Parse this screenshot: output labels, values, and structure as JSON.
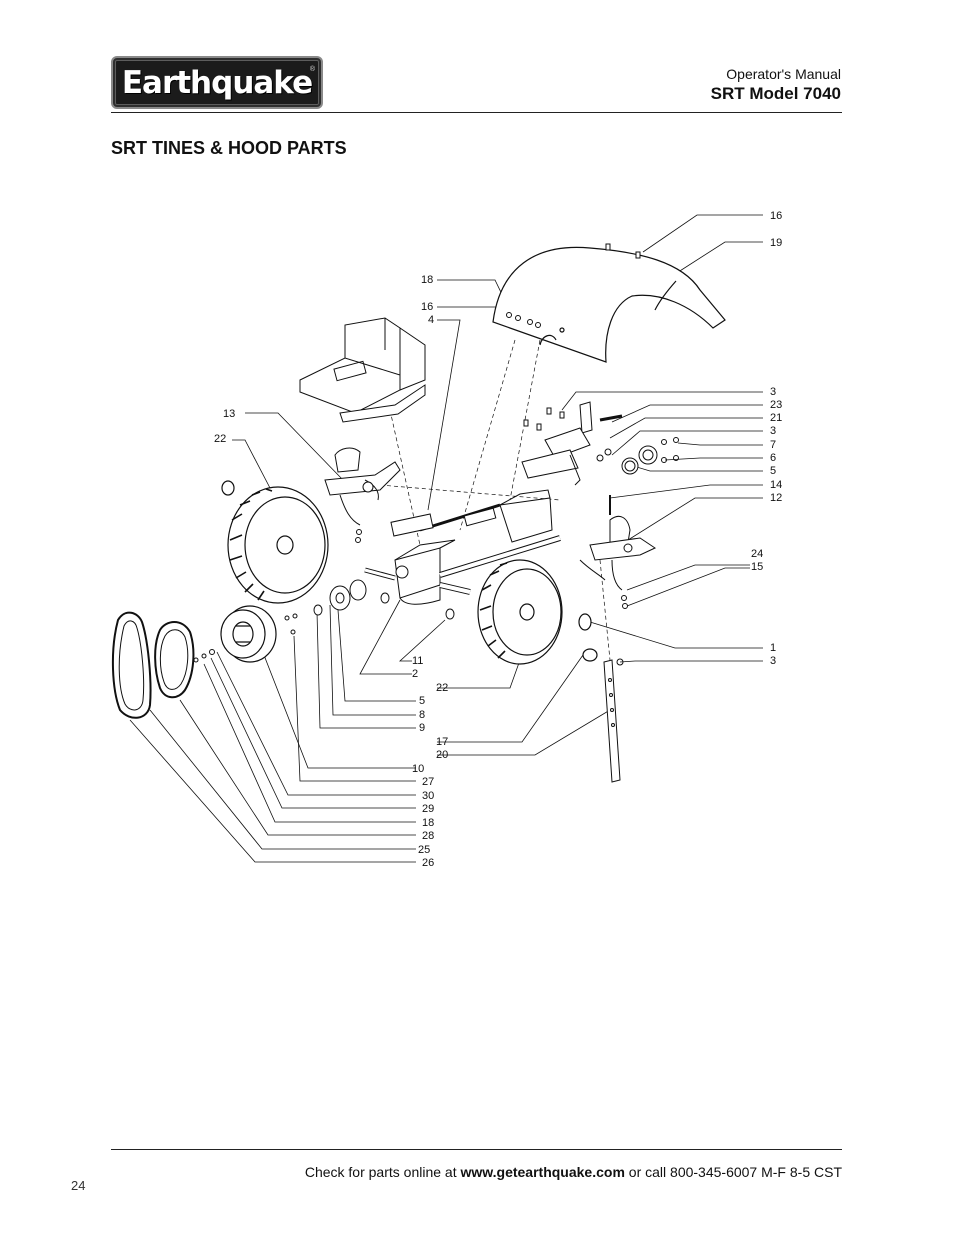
{
  "header": {
    "logo_text": "Earthquake",
    "logo_mark": "®",
    "doc_type": "Operator's Manual",
    "model": "SRT Model 7040"
  },
  "section_title": "SRT TINES & HOOD PARTS",
  "callouts": {
    "c16a": "16",
    "c19": "19",
    "c18a": "18",
    "c16b": "16",
    "c4": "4",
    "c3a": "3",
    "c23": "23",
    "c21": "21",
    "c3b": "3",
    "c7": "7",
    "c6": "6",
    "c5a": "5",
    "c14": "14",
    "c12": "12",
    "c13": "13",
    "c22a": "22",
    "c24": "24",
    "c15": "15",
    "c1": "1",
    "c3c": "3",
    "c11": "11",
    "c2": "2",
    "c22b": "22",
    "c5b": "5",
    "c8": "8",
    "c9": "9",
    "c17": "17",
    "c20": "20",
    "c10": "10",
    "c27": "27",
    "c30": "30",
    "c29": "29",
    "c18b": "18",
    "c28": "28",
    "c25": "25",
    "c26": "26"
  },
  "footer": {
    "prefix": "Check for parts online at ",
    "url": "www.getearthquake.com",
    "suffix": " or call 800-345-6007 M-F 8-5 CST",
    "page_number": "24"
  }
}
